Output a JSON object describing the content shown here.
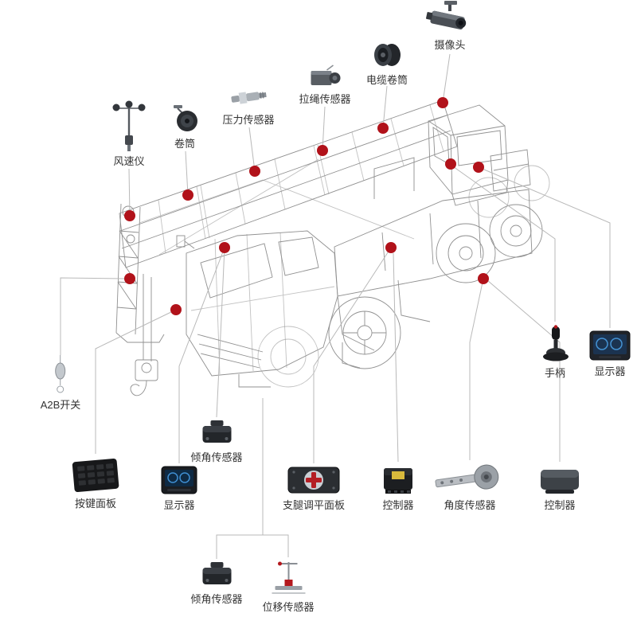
{
  "diagram": {
    "subject": "mobile-crane-sensor-layout",
    "colors": {
      "dot": "#b1121a",
      "line": "#b9b9b9",
      "label": "#333333",
      "background": "#ffffff",
      "wireframe": "#909090"
    }
  },
  "colors": {
    "dot": "#b1121a",
    "line": "#b9b9b9",
    "label": "#333333"
  },
  "components": [
    {
      "id": "camera",
      "label": "摄像头"
    },
    {
      "id": "cable-reel",
      "label": "电缆卷筒"
    },
    {
      "id": "rope-sensor",
      "label": "拉绳传感器"
    },
    {
      "id": "pressure-sensor",
      "label": "压力传感器"
    },
    {
      "id": "reel",
      "label": "卷筒"
    },
    {
      "id": "anemometer",
      "label": "风速仪"
    },
    {
      "id": "a2b-switch",
      "label": "A2B开关"
    },
    {
      "id": "keypad-panel",
      "label": "按键面板"
    },
    {
      "id": "display-1",
      "label": "显示器"
    },
    {
      "id": "tilt-sensor-1",
      "label": "倾角传感器"
    },
    {
      "id": "leveling-panel",
      "label": "支腿调平面板"
    },
    {
      "id": "controller-1",
      "label": "控制器"
    },
    {
      "id": "angle-sensor",
      "label": "角度传感器"
    },
    {
      "id": "controller-2",
      "label": "控制器"
    },
    {
      "id": "joystick",
      "label": "手柄"
    },
    {
      "id": "display-2",
      "label": "显示器"
    },
    {
      "id": "tilt-sensor-2",
      "label": "倾角传感器"
    },
    {
      "id": "displacement-sensor",
      "label": "位移传感器"
    }
  ]
}
